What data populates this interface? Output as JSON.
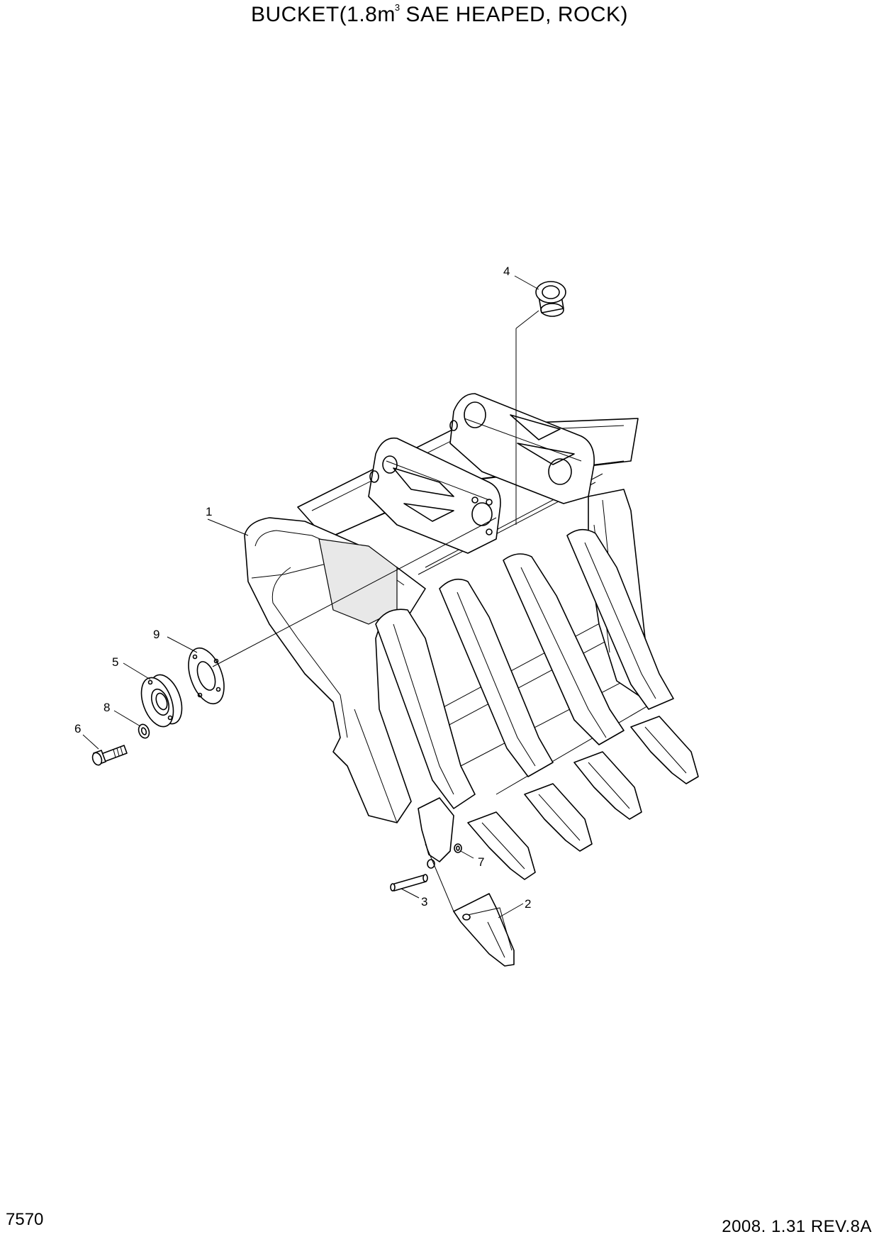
{
  "title": {
    "prefix": "BUCKET(1.8m",
    "superscript": "3",
    "suffix": " SAE HEAPED, ROCK)"
  },
  "callouts": [
    "1",
    "2",
    "3",
    "4",
    "5",
    "6",
    "7",
    "8",
    "9"
  ],
  "footer": {
    "page_number": "7570",
    "revision": "2008.  1.31  REV.8A"
  }
}
